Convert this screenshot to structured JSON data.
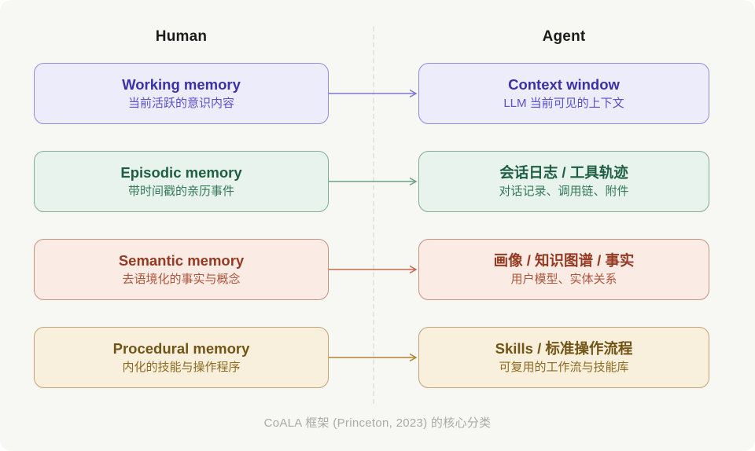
{
  "page": {
    "background": "#f7f7f4",
    "caption": "CoALA 框架 (Princeton, 2023) 的核心分类"
  },
  "headers": {
    "human": "Human",
    "agent": "Agent"
  },
  "rows": [
    {
      "left": {
        "title": "Working memory",
        "subtitle": "当前活跃的意识内容"
      },
      "right": {
        "title": "Context window",
        "subtitle": "LLM 当前可见的上下文"
      },
      "colors": {
        "bg": "#edecfa",
        "border": "#938ad8",
        "title": "#3a31a8",
        "subtitle": "#5a50c8",
        "arrow": "#8077d4"
      }
    },
    {
      "left": {
        "title": "Episodic memory",
        "subtitle": "带时间戳的亲历事件"
      },
      "right": {
        "title": "会话日志 / 工具轨迹",
        "subtitle": "对话记录、调用链、附件"
      },
      "colors": {
        "bg": "#e7f3ec",
        "border": "#80ad94",
        "title": "#1e5e42",
        "subtitle": "#35795a",
        "arrow": "#6ba287"
      }
    },
    {
      "left": {
        "title": "Semantic memory",
        "subtitle": "去语境化的事实与概念"
      },
      "right": {
        "title": "画像 / 知识图谱 / 事实",
        "subtitle": "用户模型、实体关系"
      },
      "colors": {
        "bg": "#faebe5",
        "border": "#c79180",
        "title": "#943a22",
        "subtitle": "#ad553b",
        "arrow": "#c8694a"
      }
    },
    {
      "left": {
        "title": "Procedural memory",
        "subtitle": "内化的技能与操作程序"
      },
      "right": {
        "title": "Skills / 标准操作流程",
        "subtitle": "可复用的工作流与技能库"
      },
      "colors": {
        "bg": "#f8f0dc",
        "border": "#c2a372",
        "title": "#725416",
        "subtitle": "#8d6a20",
        "arrow": "#b2842f"
      }
    }
  ]
}
